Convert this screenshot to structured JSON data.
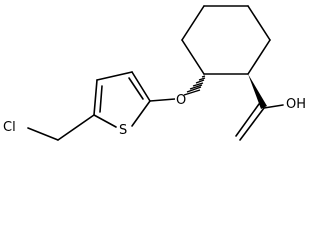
{
  "molecule": {
    "atoms": {
      "chlorine": "Cl",
      "sulfur": "S",
      "ether_oxygen": "O",
      "carboxyl_group": "OH"
    },
    "colors": {
      "bond": "#000000",
      "label": "#000000",
      "background": "#ffffff"
    }
  }
}
